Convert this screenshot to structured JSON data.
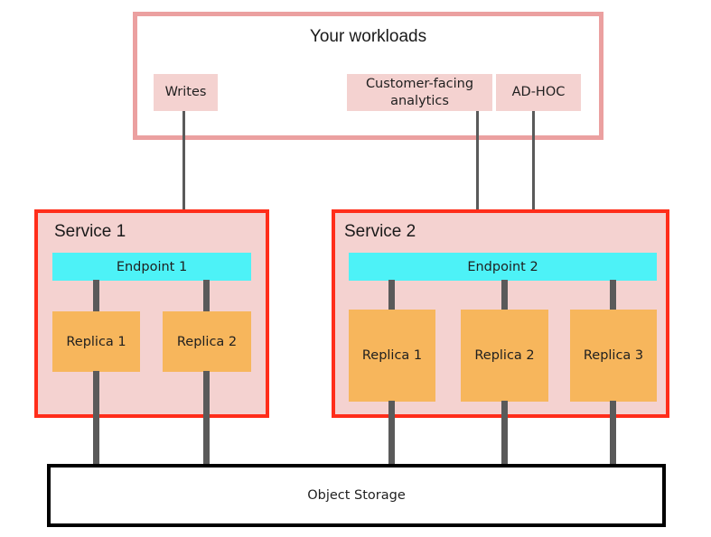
{
  "diagram": {
    "title_text": "Your workloads",
    "workloads": {
      "label": "Your workloads",
      "chips": [
        {
          "id": "writes",
          "label": "Writes"
        },
        {
          "id": "customer-facing-analytics",
          "label": "Customer-facing analytics"
        },
        {
          "id": "ad-hoc",
          "label": "AD-HOC"
        }
      ]
    },
    "services": [
      {
        "id": "service-1",
        "label": "Service 1",
        "endpoint": {
          "label": "Endpoint 1"
        },
        "replicas": [
          {
            "label": "Replica 1"
          },
          {
            "label": "Replica 2"
          }
        ]
      },
      {
        "id": "service-2",
        "label": "Service 2",
        "endpoint": {
          "label": "Endpoint 2"
        },
        "replicas": [
          {
            "label": "Replica 1"
          },
          {
            "label": "Replica 2"
          },
          {
            "label": "Replica 3"
          }
        ]
      }
    ],
    "storage": {
      "label": "Object Storage"
    },
    "colors": {
      "workload_border": "#eba0a0",
      "chip_fill": "#f4d2d0",
      "service_border": "#ff2d1a",
      "service_fill": "#f4d2d0",
      "endpoint_fill": "#4df2f7",
      "replica_fill": "#f7b65c",
      "connector": "#5a5a5a",
      "storage_border": "#000000",
      "background": "#ffffff",
      "text": "#1f1f1f"
    }
  }
}
